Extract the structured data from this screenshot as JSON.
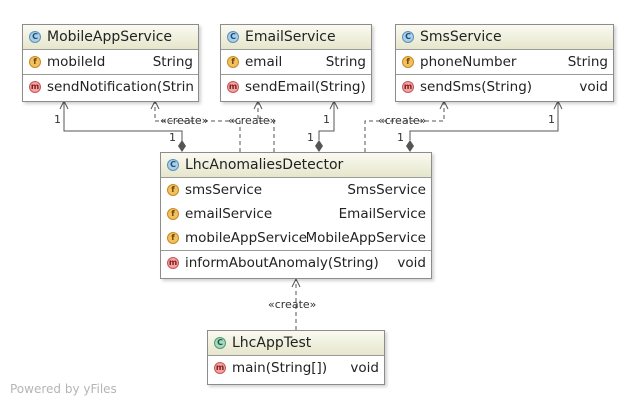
{
  "classes": {
    "mobile": {
      "name": "MobileAppService",
      "fields": [
        {
          "name": "mobileId",
          "type": "String"
        }
      ],
      "methods": [
        {
          "name": "sendNotification(Strin",
          "type": ""
        }
      ]
    },
    "email": {
      "name": "EmailService",
      "fields": [
        {
          "name": "email",
          "type": "String"
        }
      ],
      "methods": [
        {
          "name": "sendEmail(String)",
          "type": ""
        }
      ]
    },
    "sms": {
      "name": "SmsService",
      "fields": [
        {
          "name": "phoneNumber",
          "type": "String"
        }
      ],
      "methods": [
        {
          "name": "sendSms(String)",
          "type": "void"
        }
      ]
    },
    "detector": {
      "name": "LhcAnomaliesDetector",
      "fields": [
        {
          "name": "smsService",
          "type": "SmsService"
        },
        {
          "name": "emailService",
          "type": "EmailService"
        },
        {
          "name": "mobileAppService",
          "type": "MobileAppService"
        }
      ],
      "methods": [
        {
          "name": "informAboutAnomaly(String)",
          "type": "void"
        }
      ]
    },
    "test": {
      "name": "LhcAppTest",
      "fields": [],
      "methods": [
        {
          "name": "main(String[])",
          "type": "void"
        }
      ]
    }
  },
  "icons": {
    "class": "C",
    "field": "f",
    "method": "m"
  },
  "edge_labels": {
    "create": "«create»",
    "mult_one": "1"
  },
  "footer": "Powered by yFiles"
}
